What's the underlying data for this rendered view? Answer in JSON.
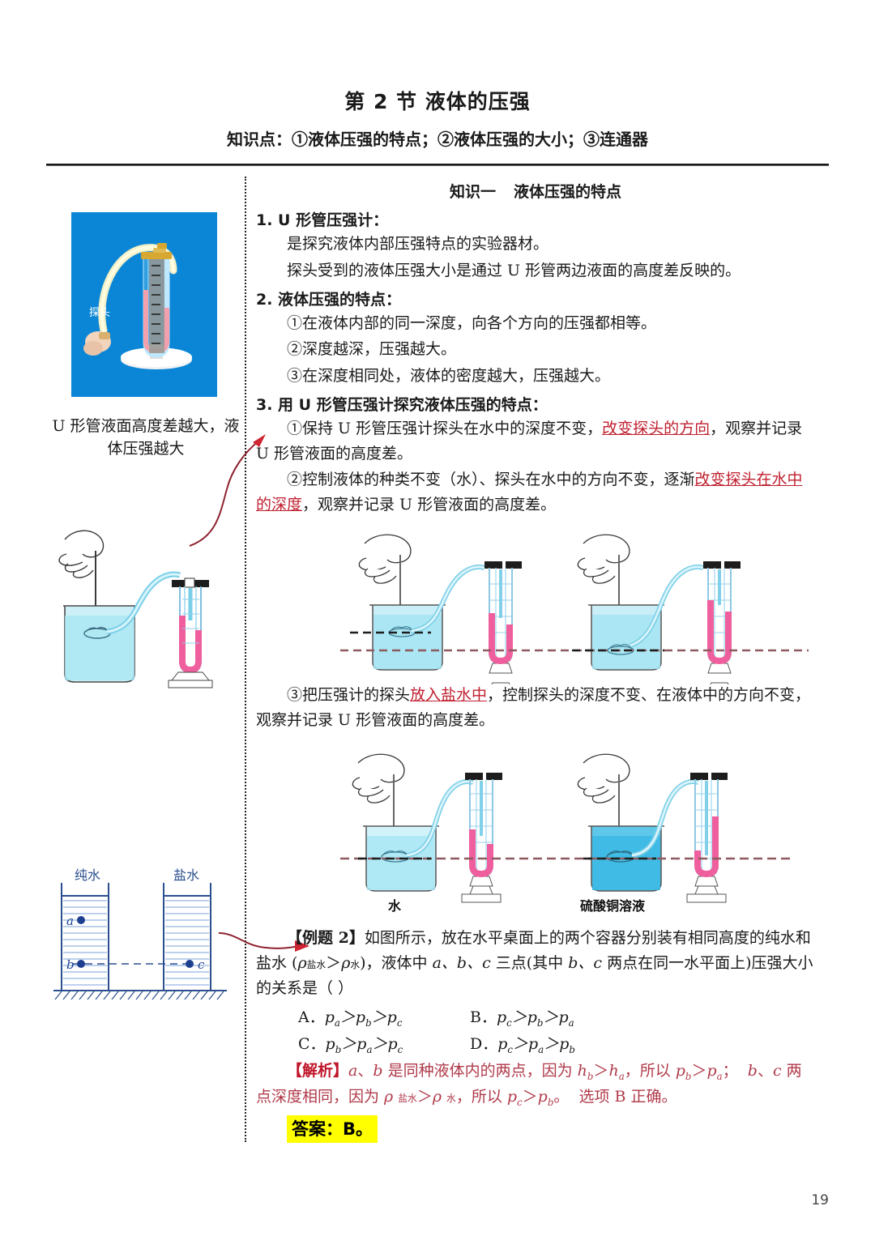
{
  "header": {
    "title": "第 2 节 液体的压强",
    "subtitle": "知识点：①液体压强的特点；②液体压强的大小；③连通器"
  },
  "page_number": "19",
  "knowledge_section": {
    "heading_prefix": "知识一",
    "heading_title": "液体压强的特点",
    "item1": {
      "title": "1. U 形管压强计：",
      "line1": "是探究液体内部压强特点的实验器材。",
      "line2": "探头受到的液体压强大小是通过 U 形管两边液面的高度差反映的。"
    },
    "item2": {
      "title": "2. 液体压强的特点：",
      "points": [
        "①在液体内部的同一深度，向各个方向的压强都相等。",
        "②深度越深，压强越大。",
        "③在深度相同处，液体的密度越大，压强越大。"
      ]
    },
    "item3": {
      "title": "3. 用 U 形管压强计探究液体压强的特点：",
      "step1_a": "①保持 U 形管压强计探头在水中的深度不变，",
      "step1_red": "改变探头的方向",
      "step1_b": "，观察并记录 U 形管液面的高度差。",
      "step2_a": "②控制液体的种类不变（水）、探头在水中的方向不变，逐渐",
      "step2_red": "改变探头在水中的深度",
      "step2_b": "，观察并记录 U 形管液面的高度差。",
      "step3_a": "③把压强计的探头",
      "step3_red": "放入盐水中",
      "step3_b": "，控制探头的深度不变、在液体中的方向不变，观察并记录 U 形管液面的高度差。"
    }
  },
  "example": {
    "tag": "【例题 2】",
    "body_1": "如图所示，放在水平桌面上的两个容器分别装有相同高度的纯水和盐水 (",
    "rho": "ρ",
    "rho_sub_salt": "盐水",
    "gt": "＞",
    "rho_sub_water": "水",
    "body_2": ")，液体中 ",
    "points": "a、b、c",
    "body_3": " 三点(其中 ",
    "points2": "b、c",
    "body_4": " 两点在同一水平面上)压强大小的关系是",
    "blank": "（    ）",
    "options": [
      {
        "label": "A．",
        "expr": "p_a＞p_b＞p_c"
      },
      {
        "label": "B．",
        "expr": "p_c＞p_b＞p_a"
      },
      {
        "label": "C．",
        "expr": "p_b＞p_a＞p_c"
      },
      {
        "label": "D．",
        "expr": "p_c＞p_a＞p_b"
      }
    ],
    "analysis_tag": "【解析】",
    "analysis_text": "a、b 是同种液体内的两点，因为 h_b＞h_a，所以 p_b＞p_a；  b、c 两点深度相同，因为 ρ 盐水＞ρ 水，所以 p_c＞p_b。  选项 B 正确。",
    "answer": "答案：B。"
  },
  "figures": {
    "photo": {
      "probe_label": "探头",
      "caption": "U 形管液面高度差越大，液体压强越大"
    },
    "row2_labels": [
      "水",
      "硫酸铜溶液"
    ],
    "beakers_fig": {
      "left_label": "纯水",
      "right_label": "盐水",
      "points": [
        "a",
        "b",
        "c"
      ]
    }
  },
  "colors": {
    "accent_red": "#c02030",
    "analysis_red": "#b03a4a",
    "highlight_yellow": "#ffff00",
    "photo_bg": "#0b86d6",
    "water_cyan": "#9fe3f0",
    "manometer_pink": "#f06fa8",
    "arrow_dark_red": "#8e2330"
  }
}
